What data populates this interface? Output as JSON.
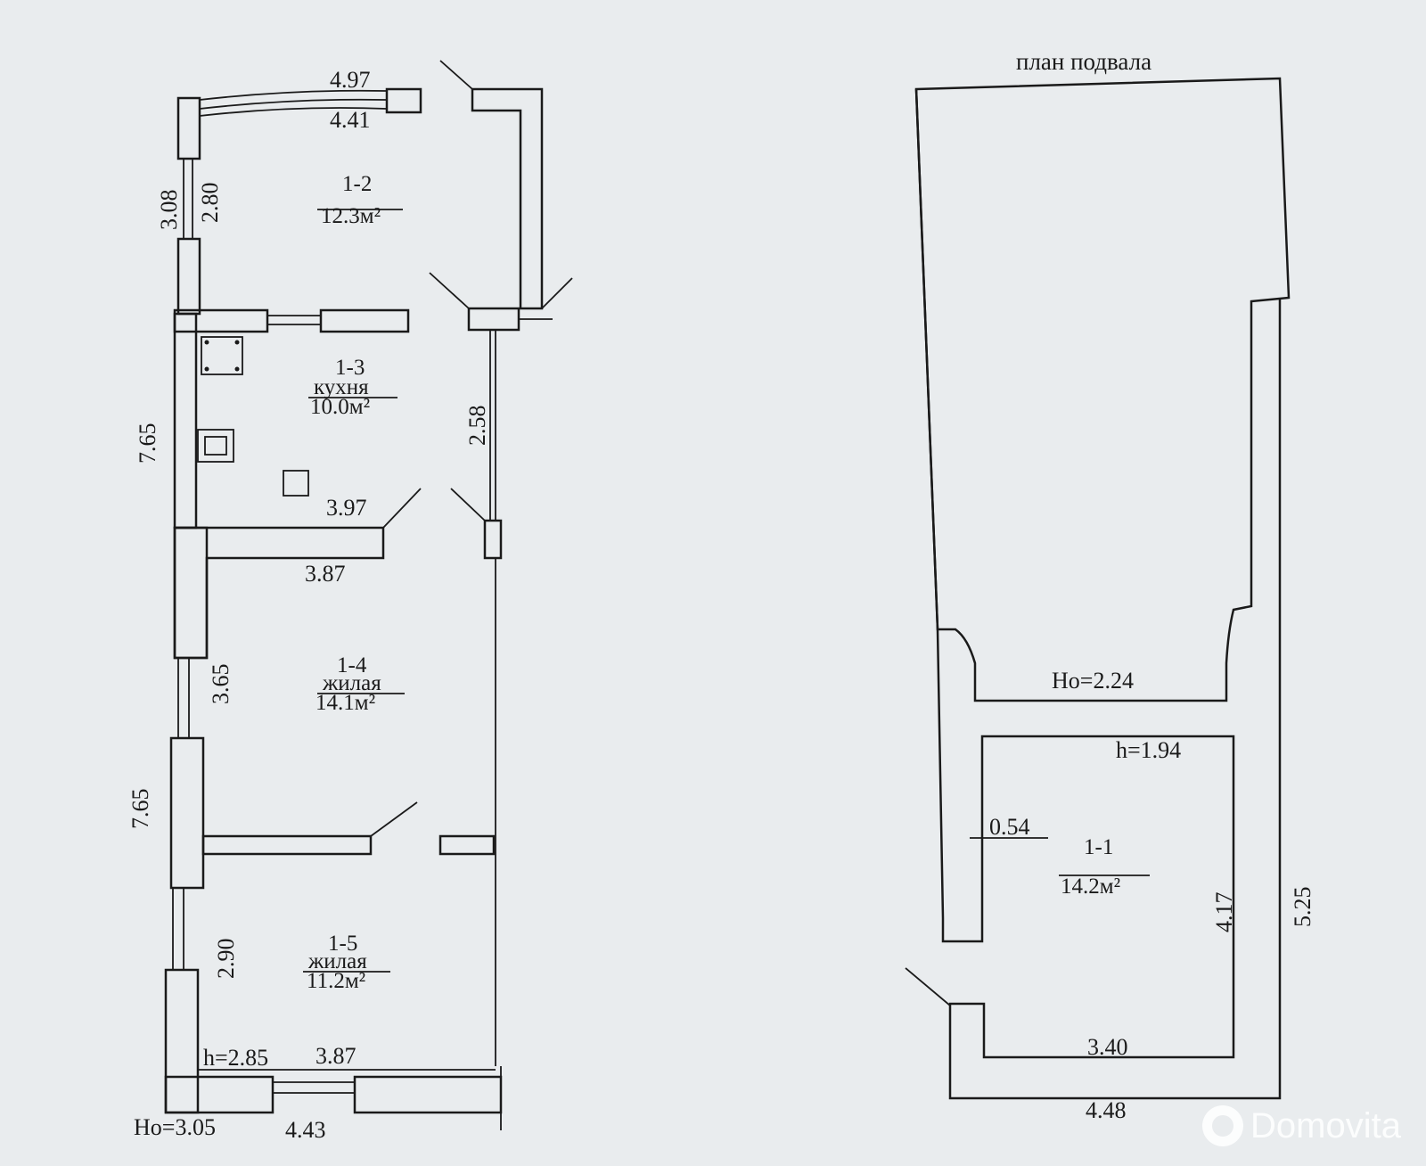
{
  "basement_title": "план подвала",
  "rooms": {
    "r12": {
      "number": "1-2",
      "area": "12.3м²"
    },
    "r13": {
      "number": "1-3",
      "type": "кухня",
      "area": "10.0м²"
    },
    "r14": {
      "number": "1-4",
      "type": "жилая",
      "area": "14.1м²"
    },
    "r15": {
      "number": "1-5",
      "type": "жилая",
      "area": "11.2м²"
    },
    "r11": {
      "number": "1-1",
      "area": "14.2м²"
    }
  },
  "dimensions": {
    "d497": "4.97",
    "d441": "4.41",
    "d308": "3.08",
    "d280": "2.80",
    "d765a": "7.65",
    "d258": "2.58",
    "d397": "3.97",
    "d387a": "3.87",
    "d365": "3.65",
    "d765b": "7.65",
    "d290": "2.90",
    "h285": "h=2.85",
    "d387b": "3.87",
    "ho305": "Ho=3.05",
    "d443": "4.43",
    "ho224": "Ho=2.24",
    "h194": "h=1.94",
    "d054": "0.54",
    "d417": "4.17",
    "d525": "5.25",
    "d340": "3.40",
    "d448": "4.48"
  },
  "watermark": {
    "brand": "Domovita"
  }
}
